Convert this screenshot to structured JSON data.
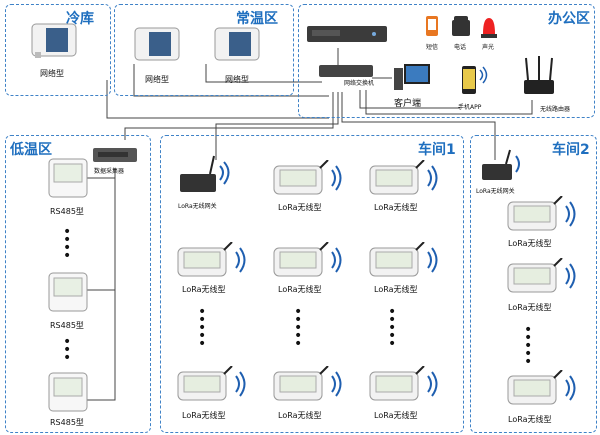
{
  "zones": {
    "cold": "冷库",
    "normal": "常温区",
    "office": "办公区",
    "low": "低温区",
    "ws1": "车间1",
    "ws2": "车间2"
  },
  "labels": {
    "network_type": "网络型",
    "rs485": "RS485型",
    "lora_wireless": "LoRa无线型",
    "lora_gateway": "LoRa无线网关",
    "switch": "网络交换机",
    "client": "客户端",
    "phone_app": "手机APP",
    "router": "无线路由器",
    "collector": "数据采集器",
    "sms": "短信",
    "call": "电话",
    "alarm": "声光"
  },
  "colors": {
    "zone_border": "#3f82c7",
    "zone_title": "#1f6fbf",
    "wire": "#444444",
    "signal": "#1f5fb0"
  }
}
